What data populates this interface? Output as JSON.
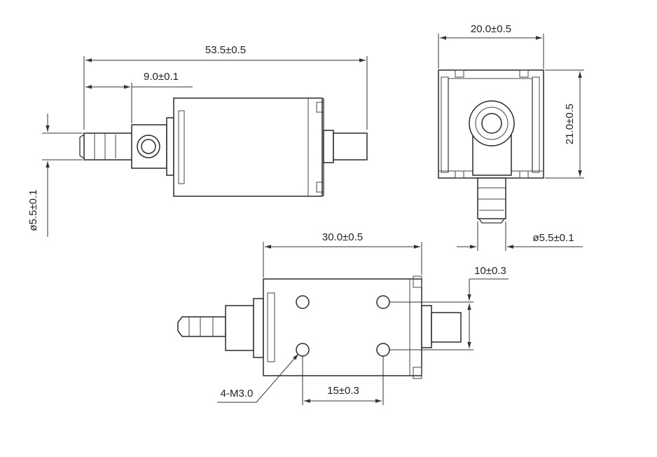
{
  "dimensions": {
    "overall_length": "53.5±0.5",
    "port_offset": "9.0±0.1",
    "port_diameter_left": "ø5.5±0.1",
    "end_width": "20.0±0.5",
    "end_height": "21.0±0.5",
    "port_diameter_end": "ø5.5±0.1",
    "body_length": "30.0±0.5",
    "hole_spacing_vertical": "10±0.3",
    "hole_spacing_horizontal": "15±0.3",
    "mount_holes": "4-M3.0"
  }
}
